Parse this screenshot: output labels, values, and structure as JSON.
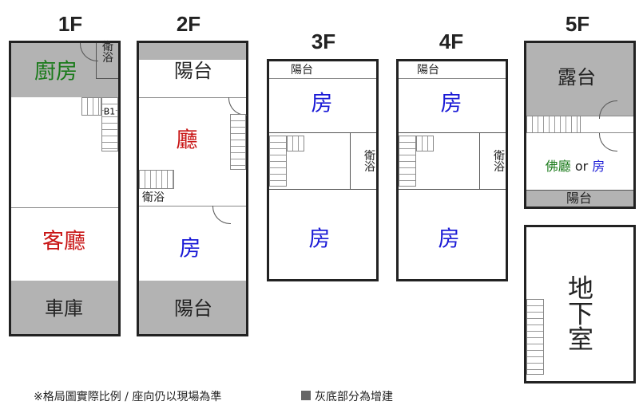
{
  "floors": {
    "f1": {
      "title": "1F",
      "kitchen": "廚房",
      "bath": "衛浴",
      "stair_label": "B1",
      "living": "客廳",
      "garage": "車庫"
    },
    "f2": {
      "title": "2F",
      "balcony_top": "陽台",
      "hall": "廳",
      "bath": "衛浴",
      "room": "房",
      "balcony_bottom": "陽台"
    },
    "f3": {
      "title": "3F",
      "balcony": "陽台",
      "room_top": "房",
      "bath": "衛浴",
      "room_bottom": "房"
    },
    "f4": {
      "title": "4F",
      "balcony": "陽台",
      "room_top": "房",
      "bath": "衛浴",
      "room_bottom": "房"
    },
    "f5": {
      "title": "5F",
      "terrace": "露台",
      "shrine": "佛廳",
      "or": "or",
      "room": "房",
      "balcony": "陽台"
    },
    "b1": {
      "basement": "地下室"
    }
  },
  "notes": {
    "disclaimer": "※格局圖實際比例 / 座向仍以現場為準",
    "legend": "灰底部分為增建"
  },
  "colors": {
    "gray": "#b3b3b3",
    "green": "#1a7a1a",
    "red": "#c81414",
    "blue": "#1a1ad6"
  }
}
